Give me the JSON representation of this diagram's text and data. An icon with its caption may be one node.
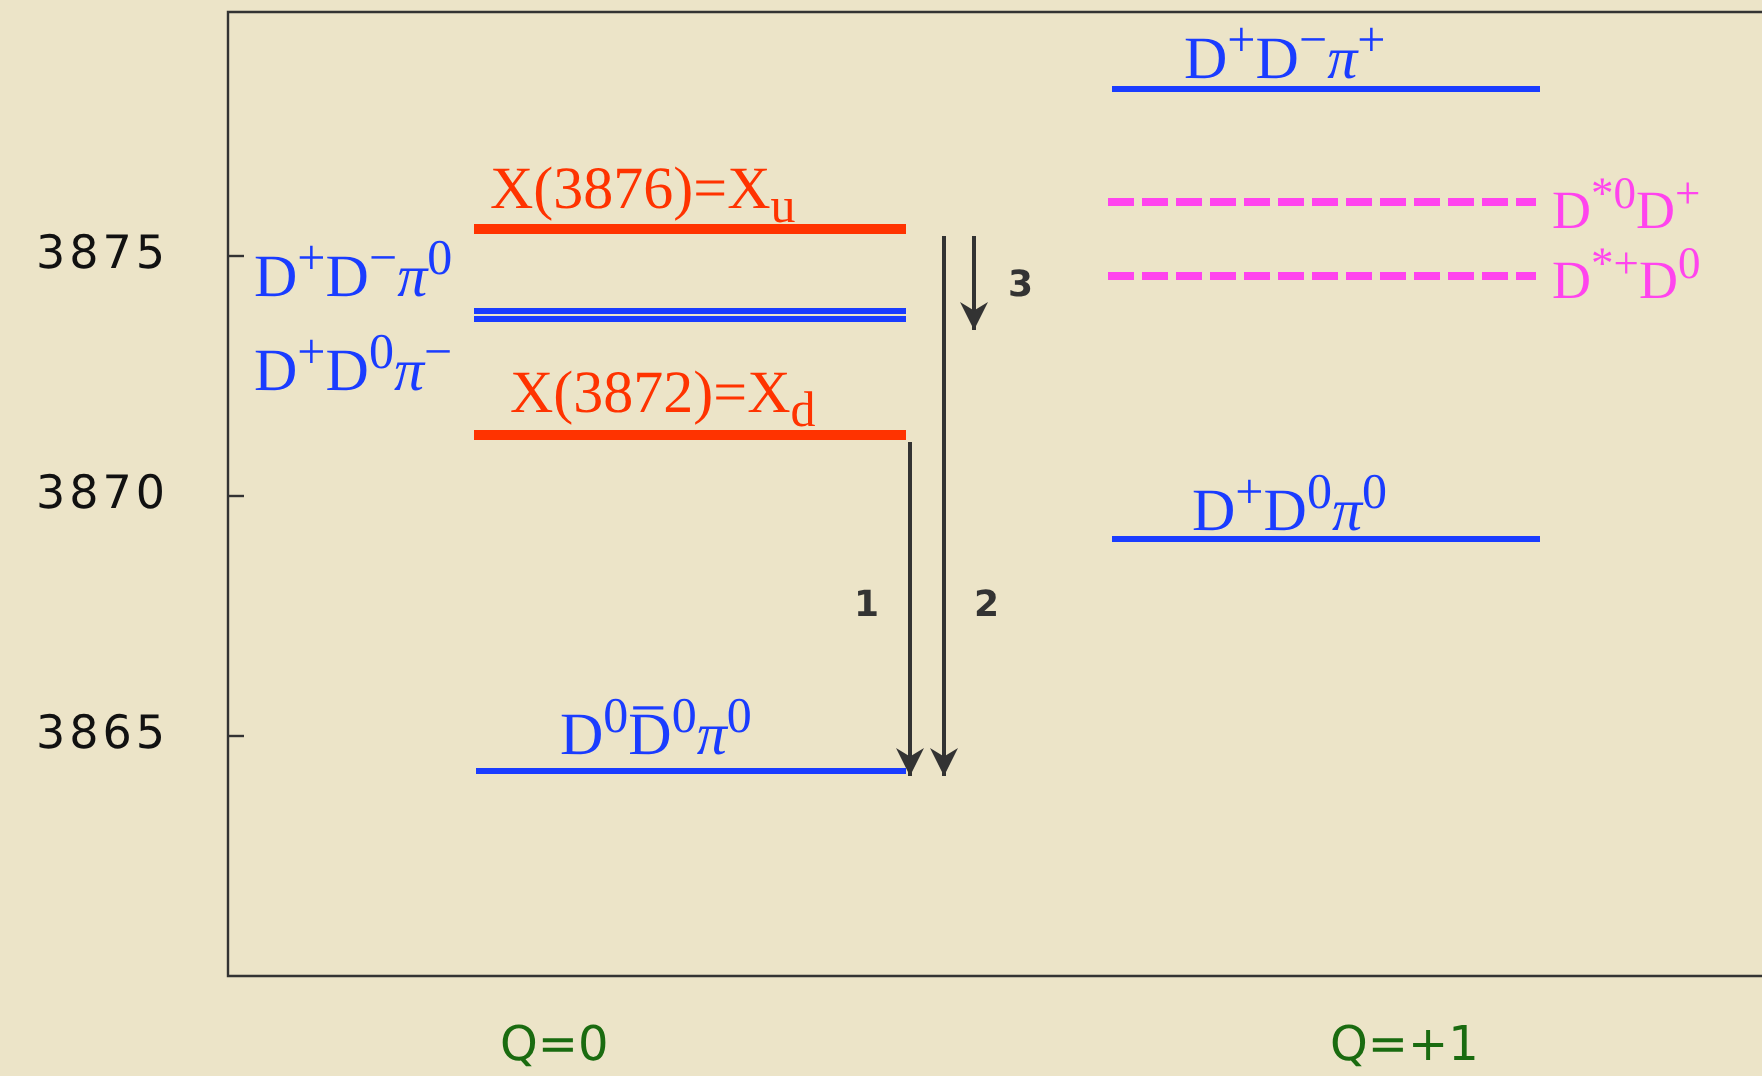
{
  "diagram": {
    "nodes": [
      {
        "text": [
          "D$^{+}$D$^{−}$*π*$^{+}$"
        ]
      },
      {
        "text": [
          "X(3876)=X$_{u}$"
        ]
      },
      {
        "text": [
          "D$^{*0}$D$^{+}$"
        ]
      },
      {
        "text": [
          "D$^{+}$D$^{−}$*π*$^{0}$"
        ]
      },
      {
        "text": [
          "D$^{*+}$D$^{0}$"
        ]
      },
      {
        "text": [
          "D$^{+}$D$^{0}$*π*$^{−}$"
        ]
      },
      {
        "text": [
          "X(3872)=X$_{d}$"
        ]
      },
      {
        "text": [
          "D$^{+}$D$^{0}$*π*$^{0}$"
        ]
      },
      {
        "text": [
          "D$^{0}$D̅$^{0}$*π*$^{0}$"
        ]
      }
    ],
    "edges": [
      {
        "from": 6,
        "to": 8,
        "arrow": "to",
        "label": "1"
      },
      {
        "from": 1,
        "to": 8,
        "arrow": "to",
        "label": "2"
      },
      {
        "from": 1,
        "to": null,
        "arrow": "to",
        "label": "3"
      }
    ],
    "labels": [
      "3875",
      "3870",
      "3865",
      "Q=0",
      "Q=+1"
    ]
  }
}
